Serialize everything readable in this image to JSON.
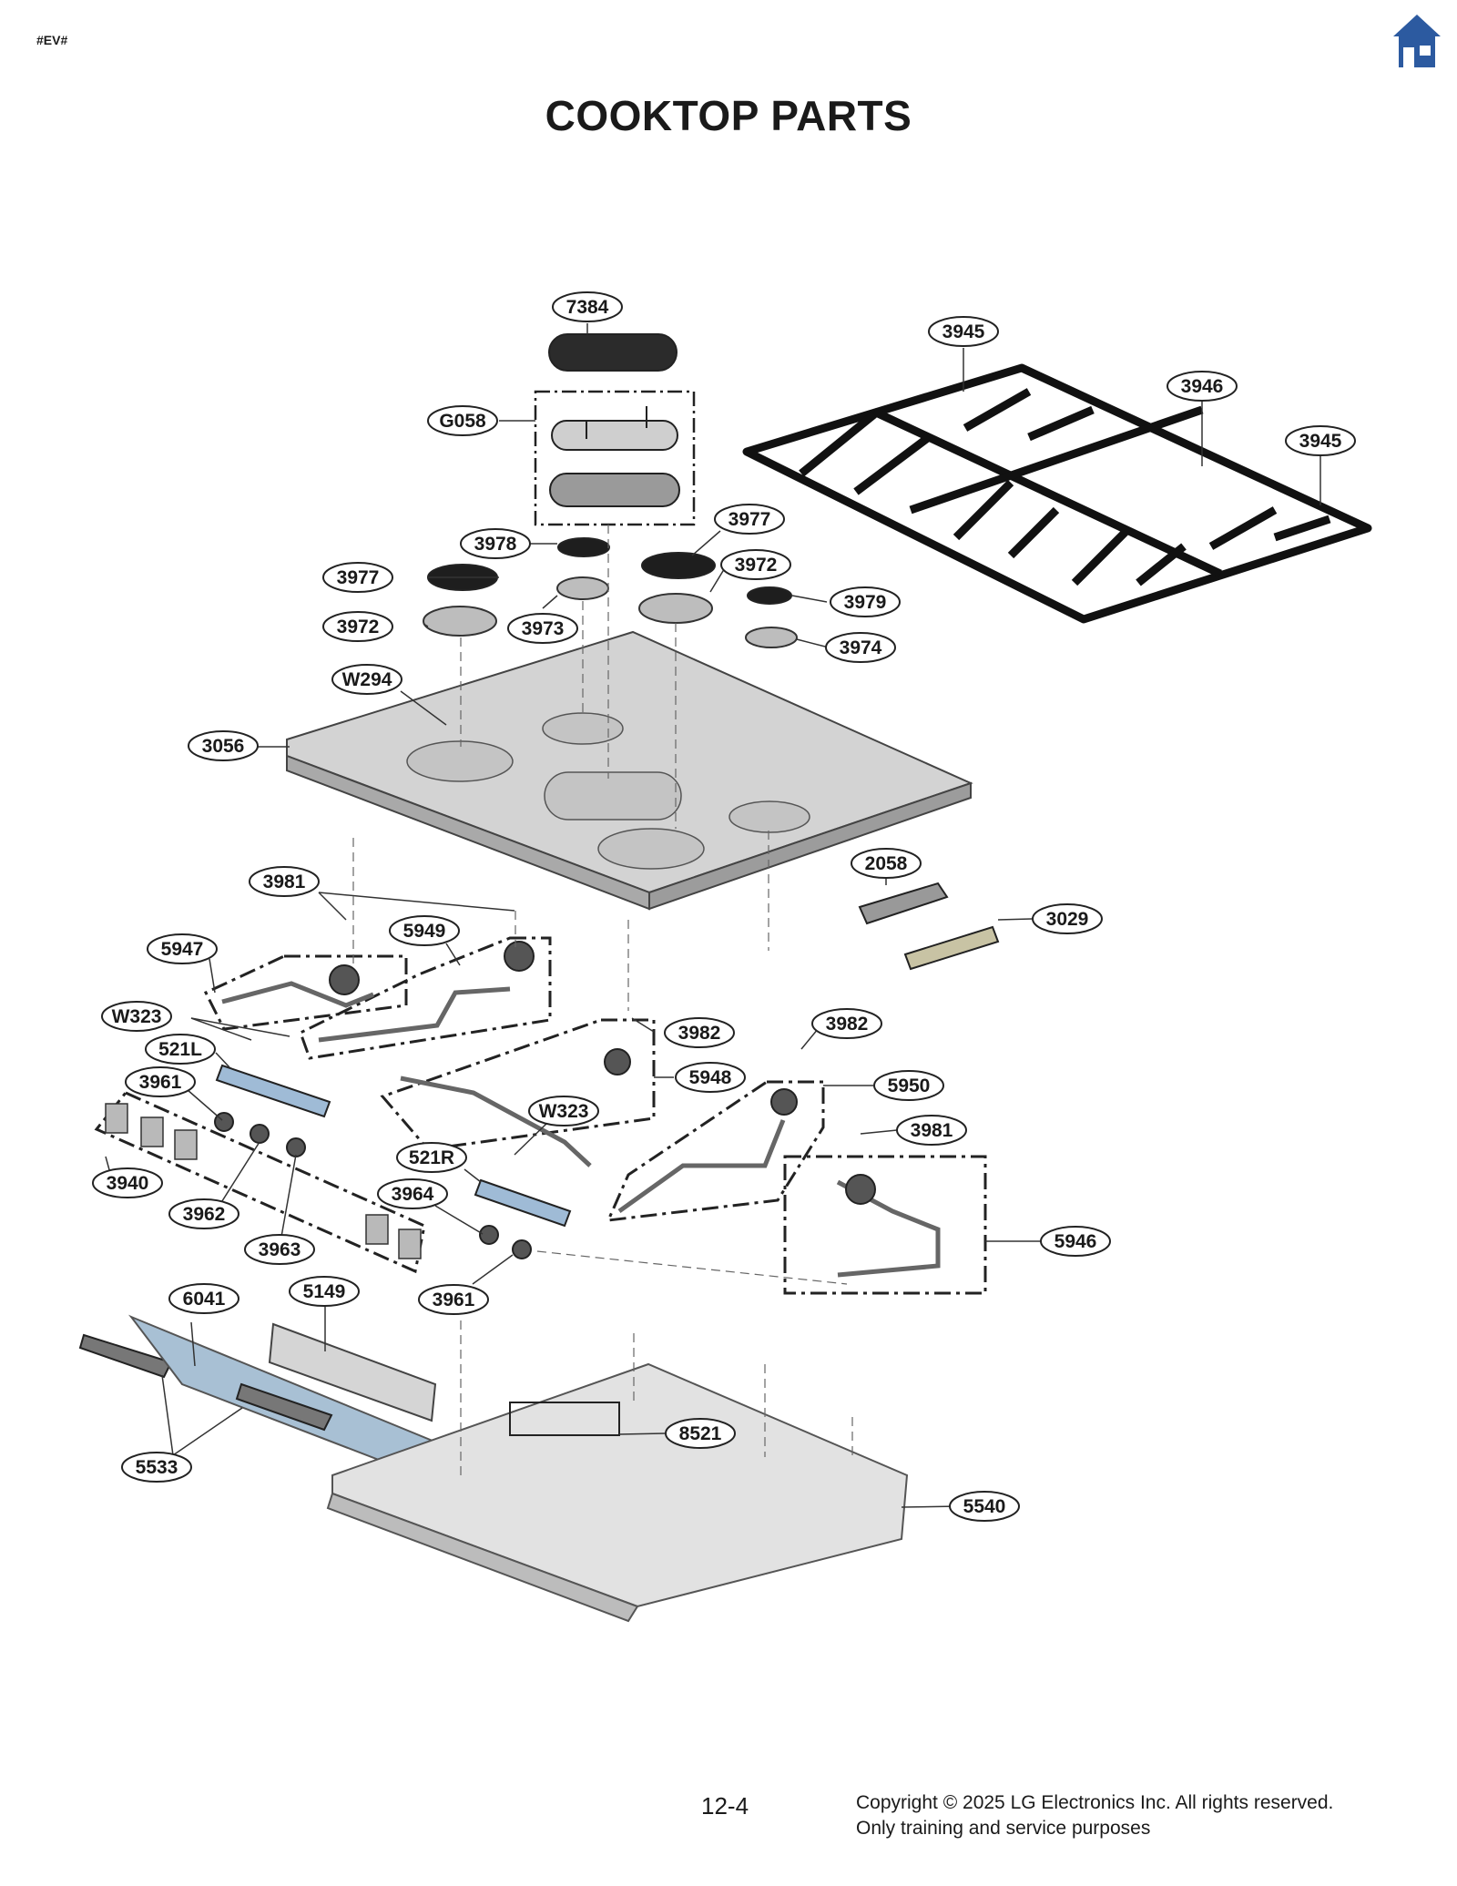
{
  "page": {
    "tag": "#EV#",
    "title": "COOKTOP PARTS",
    "page_number": "12-4",
    "copyright": "Copyright © 2025 LG Electronics Inc. All rights reserved.",
    "note": "Only training and service purposes"
  },
  "toolbar": {
    "home_icon": "home-icon",
    "home_color": "#2c5aa0"
  },
  "callouts": [
    "7384",
    "3945",
    "3946",
    "3945",
    "G058",
    "3977",
    "3978",
    "3972",
    "3977",
    "3979",
    "3972",
    "3973",
    "3974",
    "W294",
    "3056",
    "2058",
    "3029",
    "3981",
    "5949",
    "5947",
    "3982",
    "3982",
    "W323",
    "521L",
    "5948",
    "5950",
    "3961",
    "W323",
    "3981",
    "521R",
    "3940",
    "3964",
    "5946",
    "3962",
    "3963",
    "3961",
    "6041",
    "5149",
    "8521",
    "5533",
    "5540"
  ]
}
